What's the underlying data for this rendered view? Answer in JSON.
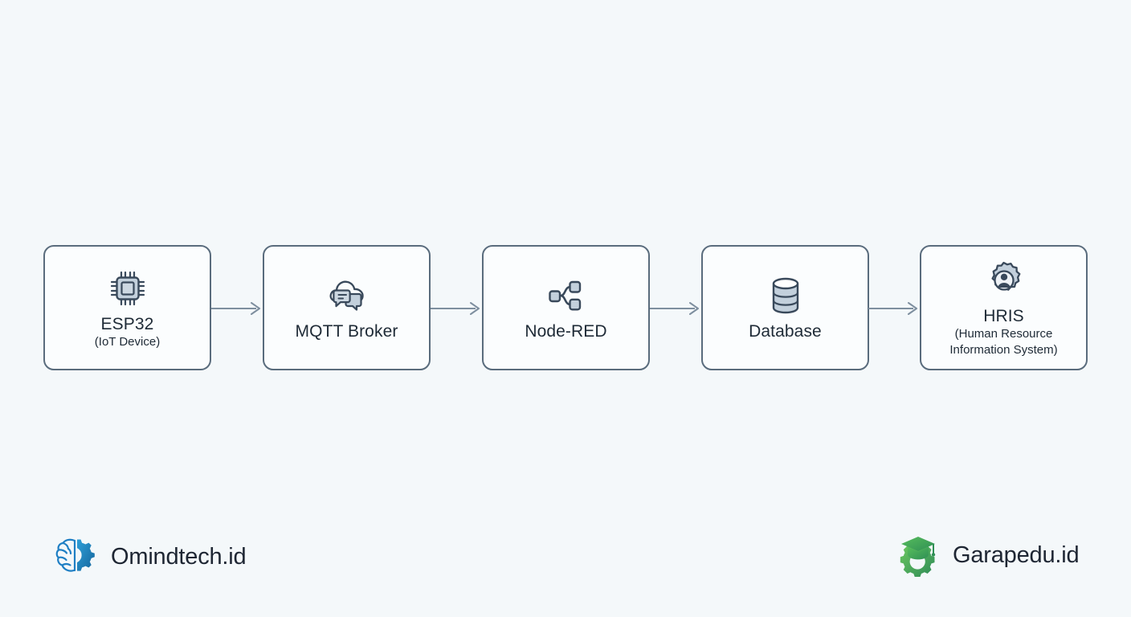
{
  "diagram": {
    "type": "flowchart",
    "orientation": "left-to-right",
    "background_color": "#f4f8fa",
    "node_border_color": "#5a6c7d",
    "node_fill_color": "#fbfdfe",
    "icon_fill_color": "#c3d0dc",
    "icon_stroke_color": "#39495b",
    "text_color": "#1e2a36",
    "arrow_color": "#7e8f9f",
    "nodes": [
      {
        "id": "esp32",
        "icon": "microchip-icon",
        "title": "ESP32",
        "subtitle": "(IoT Device)"
      },
      {
        "id": "mqtt-broker",
        "icon": "cloud-chat-icon",
        "title": "MQTT Broker",
        "subtitle": ""
      },
      {
        "id": "node-red",
        "icon": "flow-nodes-icon",
        "title": "Node-RED",
        "subtitle": ""
      },
      {
        "id": "database",
        "icon": "database-cylinder-icon",
        "title": "Database",
        "subtitle": ""
      },
      {
        "id": "hris",
        "icon": "gear-person-icon",
        "title": "HRIS",
        "subtitle_line1": "(Human Resource",
        "subtitle_line2": "Information System)"
      }
    ],
    "connections": [
      {
        "from": "esp32",
        "to": "mqtt-broker",
        "style": "arrow"
      },
      {
        "from": "mqtt-broker",
        "to": "node-red",
        "style": "arrow"
      },
      {
        "from": "node-red",
        "to": "database",
        "style": "arrow"
      },
      {
        "from": "database",
        "to": "hris",
        "style": "arrow"
      }
    ]
  },
  "footer": {
    "left_logo": {
      "name": "Omindtech.id",
      "mark": "brain-gear-icon",
      "color_primary": "#1f7fc4",
      "color_secondary": "#15689f"
    },
    "right_logo": {
      "name": "Garapedu.id",
      "mark": "graduation-gear-icon",
      "color_primary": "#4caf50",
      "color_secondary": "#2e8b57"
    }
  }
}
